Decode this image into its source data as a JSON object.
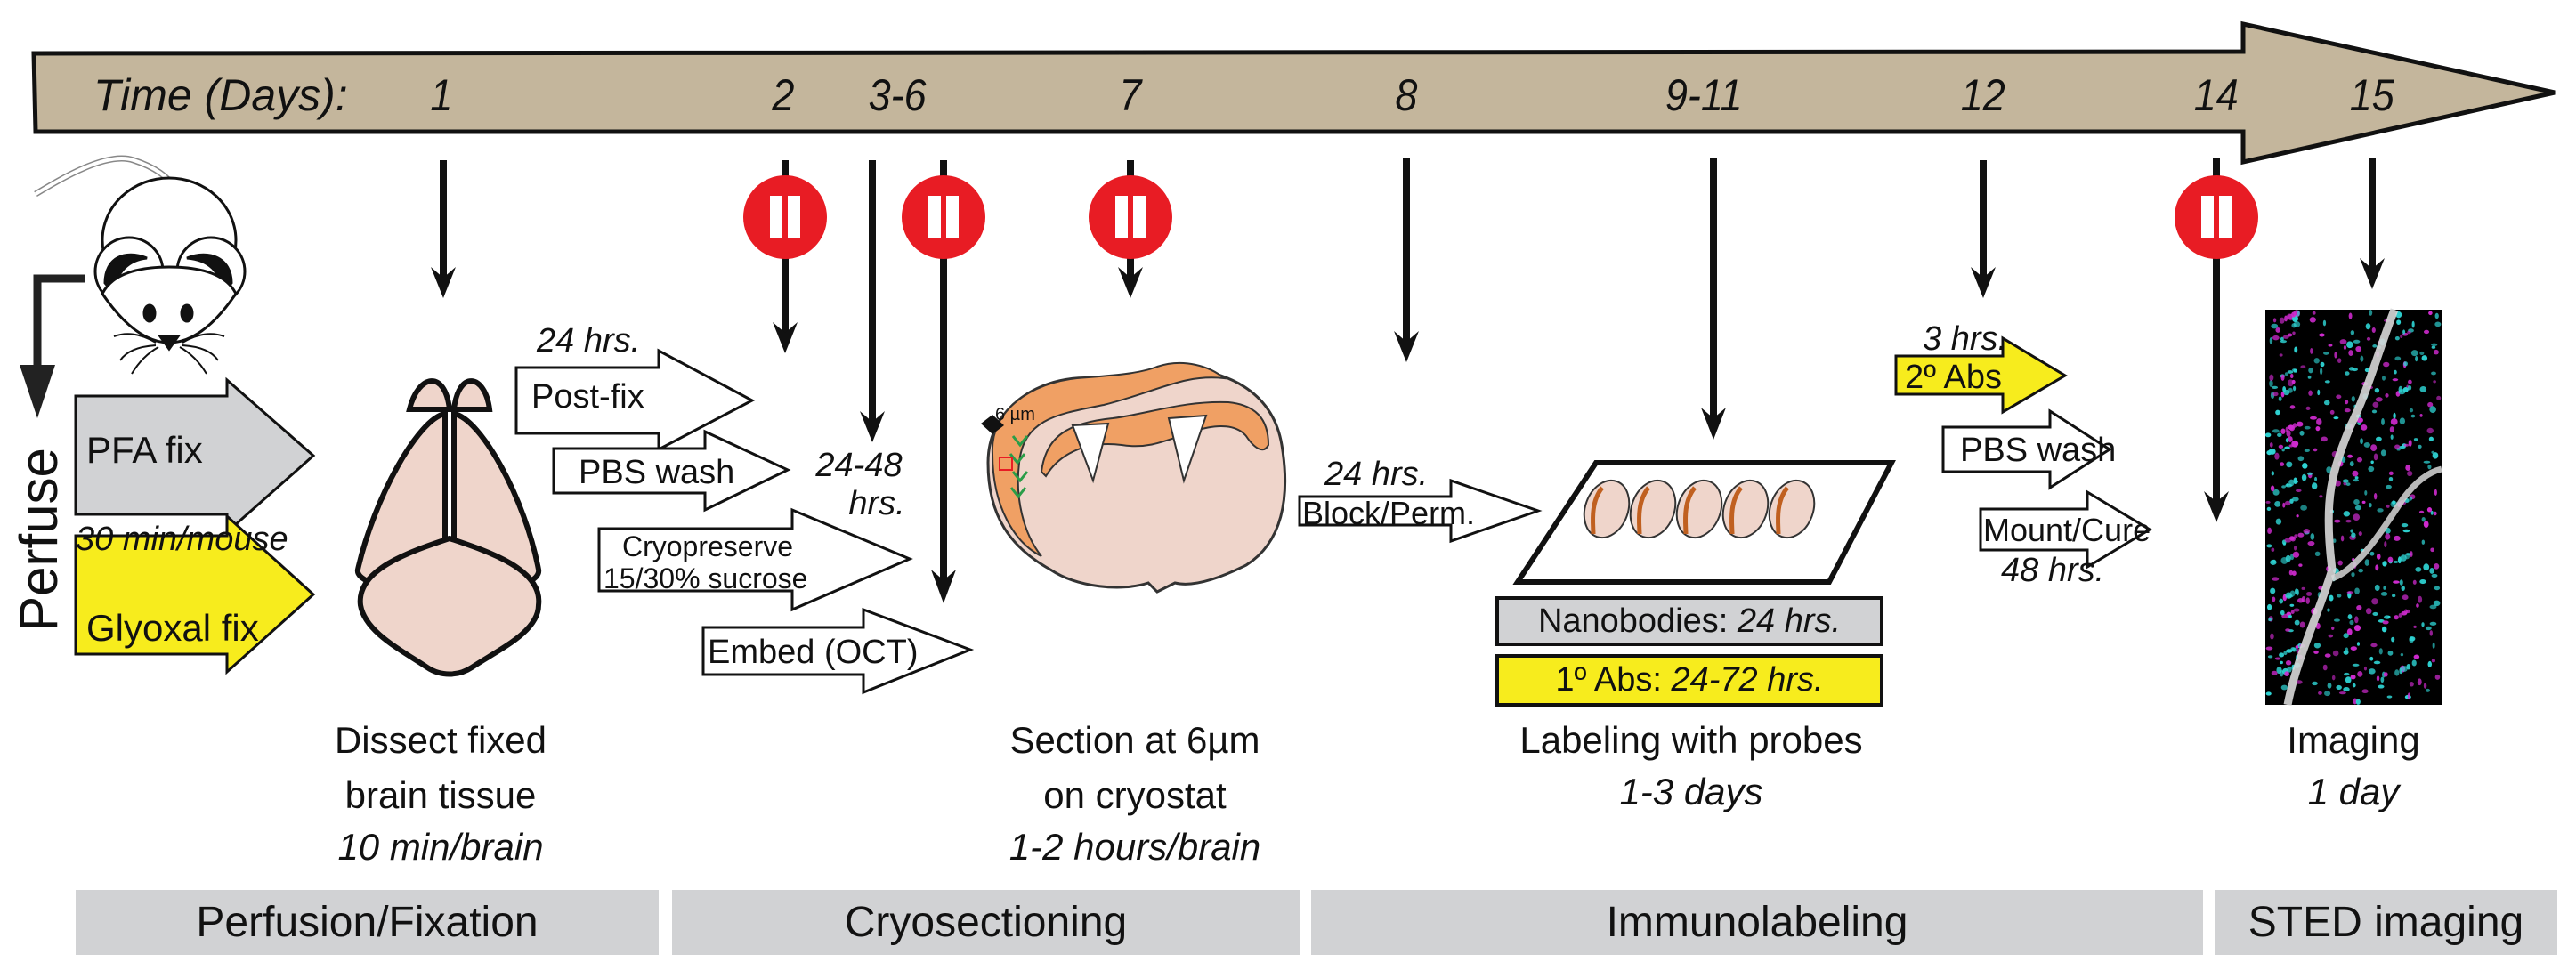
{
  "timeline": {
    "label": "Time (Days):",
    "days": [
      "1",
      "2",
      "3-6",
      "7",
      "8",
      "9-11",
      "12",
      "14",
      "15"
    ],
    "color": "#c4b69c"
  },
  "perfusion": {
    "side_label": "Perfuse",
    "pfa_label": "PFA fix",
    "pfa_duration": "30 min/mouse",
    "glyoxal_label": "Glyoxal fix",
    "dissect": [
      "Dissect fixed",
      "brain tissue"
    ],
    "dissect_duration": "10 min/brain"
  },
  "cryosection": {
    "postfix_time": "24 hrs.",
    "postfix_label": "Post-fix",
    "pbs_wash_label": "PBS wash",
    "wash_time": [
      "24-48",
      "hrs."
    ],
    "cryopreserve_label": [
      "Cryopreserve",
      "15/30% sucrose"
    ],
    "embed_label": "Embed (OCT)",
    "thickness_label": "6 µm",
    "section": [
      "Section at 6µm",
      "on cryostat"
    ],
    "section_duration": "1-2 hours/brain"
  },
  "immunolabeling": {
    "block_time": "24 hrs.",
    "block_label": "Block/Perm.",
    "nanobodies_label": "Nanobodies:",
    "nanobodies_time": "24 hrs.",
    "primary_label": "1º Abs:",
    "primary_time": "24-72 hrs.",
    "labeling": "Labeling with probes",
    "labeling_duration": "1-3 days",
    "secondary_time": "3 hrs.",
    "secondary_label": "2º Abs",
    "pbs_wash_label": "PBS wash",
    "mount_label": "Mount/Cure",
    "mount_time": "48 hrs."
  },
  "imaging": {
    "label": "Imaging",
    "duration": "1 day"
  },
  "phases": [
    "Perfusion/Fixation",
    "Cryosectioning",
    "Immunolabeling",
    "STED imaging"
  ],
  "pause_points_at_days": [
    "2",
    "3-6",
    "7",
    "14"
  ],
  "colors": {
    "pause": "#e81c24",
    "yellow": "#f7ec1d",
    "gray": "#d1d2d4",
    "brain": "#efd5cb",
    "cortex": "#f0a064"
  }
}
